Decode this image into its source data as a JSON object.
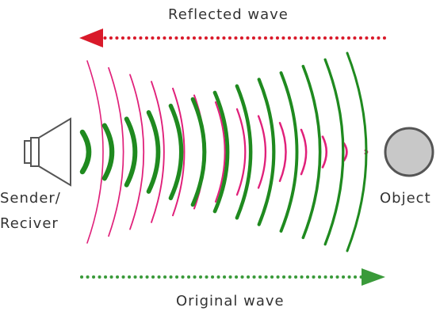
{
  "labels": {
    "reflected_wave": "Reflected wave",
    "original_wave": "Original wave",
    "sender": "Sender/",
    "sender_line2": "Reciver",
    "object": "Object"
  },
  "colors": {
    "reflected": "#d91a2a",
    "original": "#3a9a3a",
    "reflected_arc": "#e0207a",
    "original_arc": "#1f8a1f",
    "speaker": "#555555",
    "object_fill": "#c8c8c8",
    "object_stroke": "#555555",
    "text": "#333333"
  },
  "icons": {
    "speaker": "speaker-icon",
    "object": "sphere-object"
  }
}
